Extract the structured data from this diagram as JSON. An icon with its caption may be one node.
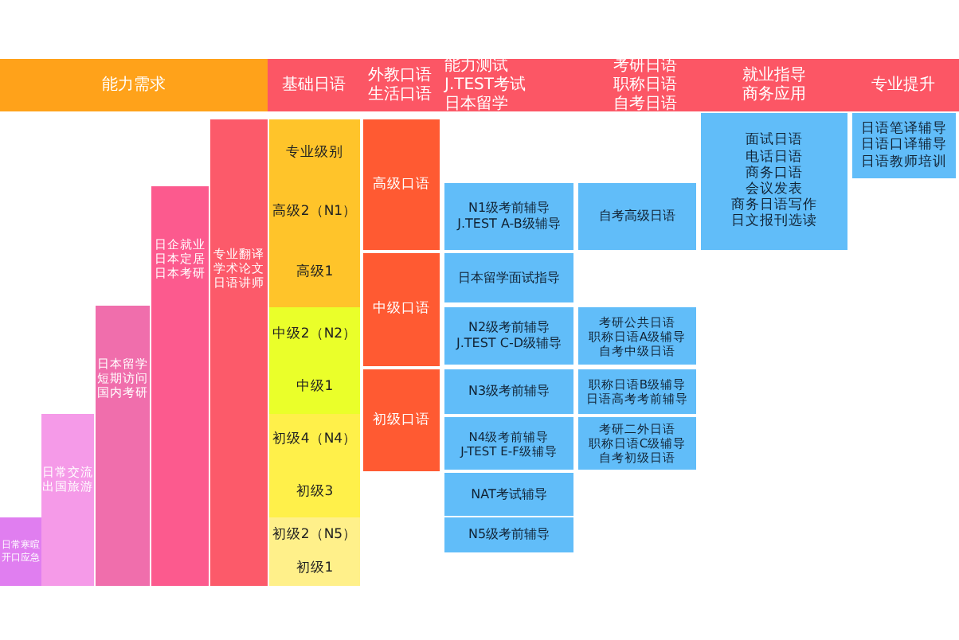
{
  "diagram": {
    "nodes": [
      {
        "text": [
          "能力需求"
        ]
      },
      {
        "text": [
          "基础日语"
        ]
      },
      {
        "text": [
          "外教口语",
          "生活口语"
        ]
      },
      {
        "text": [
          "能力测试",
          "J.TEST考试",
          "日本留学"
        ]
      },
      {
        "text": [
          "考研日语",
          "职称日语",
          "自考日语"
        ]
      },
      {
        "text": [
          "就业指导",
          "商务应用"
        ]
      },
      {
        "text": [
          "专业提升"
        ]
      },
      {
        "text": [
          "日语笔译辅导",
          "日语口译辅导",
          "日语教师培训"
        ]
      },
      {
        "text": [
          "面试日语",
          "电话日语",
          "商务口语",
          "会议发表",
          "商务日语写作",
          "日文报刊选读"
        ]
      },
      {
        "text": [
          "专业翻译",
          "学术论文",
          "日语讲师"
        ]
      },
      {
        "text": [
          "专业级别"
        ]
      },
      {
        "text": [
          "高级口语"
        ]
      },
      {
        "text": [
          "高级2（N1）"
        ]
      },
      {
        "text": [
          "N1级考前辅导",
          "J.TEST A-B级辅导"
        ]
      },
      {
        "text": [
          "自考高级日语"
        ]
      },
      {
        "text": [
          "日企就业",
          "日本定居",
          "日本考研"
        ]
      },
      {
        "text": [
          "高级1"
        ]
      },
      {
        "text": [
          "日本留学面试指导"
        ]
      },
      {
        "text": [
          "中级口语"
        ]
      },
      {
        "text": [
          "日本留学",
          "短期访问",
          "国内考研"
        ]
      },
      {
        "text": [
          "中级2（N2）"
        ]
      },
      {
        "text": [
          "N2级考前辅导",
          "J.TEST C-D级辅导"
        ]
      },
      {
        "text": [
          "考研公共日语",
          "职称日语A级辅导",
          "自考中级日语"
        ]
      },
      {
        "text": [
          "中级1"
        ]
      },
      {
        "text": [
          "初级口语"
        ]
      },
      {
        "text": [
          "N3级考前辅导"
        ]
      },
      {
        "text": [
          "职称日语B级辅导",
          "日语高考考前辅导"
        ]
      },
      {
        "text": [
          "日常交流",
          "出国旅游"
        ]
      },
      {
        "text": [
          "初级4（N4）"
        ]
      },
      {
        "text": [
          "N4级考前辅导",
          "J-TEST E-F级辅导"
        ]
      },
      {
        "text": [
          "考研二外日语",
          "职称日语C级辅导",
          "自考初级日语"
        ]
      },
      {
        "text": [
          "初级3"
        ]
      },
      {
        "text": [
          "NAT考试辅导"
        ]
      },
      {
        "text": [
          "日常寒暄",
          "开口应急"
        ]
      },
      {
        "text": [
          "初级2（N5）"
        ]
      },
      {
        "text": [
          "N5级考前辅导"
        ]
      },
      {
        "text": [
          "初级1"
        ]
      }
    ]
  }
}
